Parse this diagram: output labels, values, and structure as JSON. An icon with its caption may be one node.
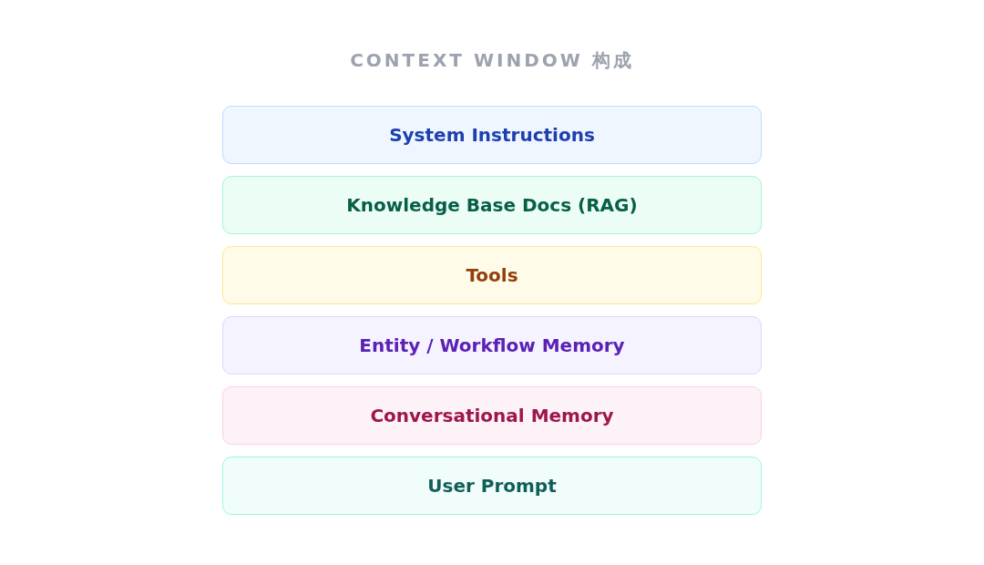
{
  "diagram": {
    "title": "CONTEXT WINDOW 构成",
    "nodes": [
      {
        "text": [
          "System Instructions"
        ]
      },
      {
        "text": [
          "Knowledge Base Docs (RAG)"
        ]
      },
      {
        "text": [
          "Tools"
        ]
      },
      {
        "text": [
          "Entity / Workflow Memory"
        ]
      },
      {
        "text": [
          "Conversational Memory"
        ]
      },
      {
        "text": [
          "User Prompt"
        ]
      }
    ]
  }
}
